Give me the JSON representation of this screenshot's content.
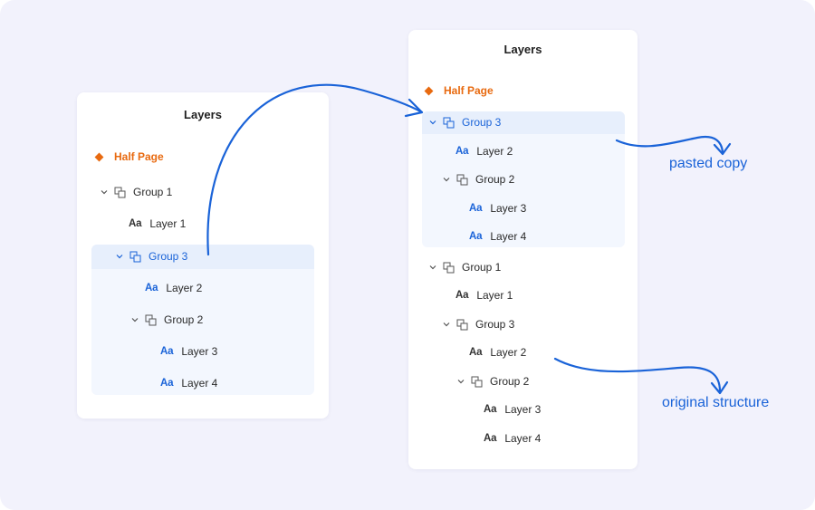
{
  "colors": {
    "accent": "#1a63d8",
    "page": "#e86a10",
    "selection": "#e7effc",
    "background": "#f2f2fc"
  },
  "icons": {
    "expand": "chevron-down-icon",
    "group": "group-icon",
    "page": "diamond-icon",
    "text": "text-layer-icon"
  },
  "left_panel": {
    "title": "Layers",
    "page": "Half Page",
    "rows": [
      {
        "kind": "group",
        "label": "Group 1"
      },
      {
        "kind": "text",
        "label": "Layer 1"
      },
      {
        "kind": "group",
        "label": "Group 3",
        "selected": true
      },
      {
        "kind": "text",
        "label": "Layer 2"
      },
      {
        "kind": "group",
        "label": "Group 2"
      },
      {
        "kind": "text",
        "label": "Layer 3"
      },
      {
        "kind": "text",
        "label": "Layer 4"
      }
    ]
  },
  "right_panel": {
    "title": "Layers",
    "page": "Half Page",
    "rows": [
      {
        "kind": "group",
        "label": "Group 3",
        "selected": true
      },
      {
        "kind": "text",
        "label": "Layer 2"
      },
      {
        "kind": "group",
        "label": "Group 2"
      },
      {
        "kind": "text",
        "label": "Layer 3"
      },
      {
        "kind": "text",
        "label": "Layer 4"
      },
      {
        "kind": "group",
        "label": "Group 1"
      },
      {
        "kind": "text",
        "label": "Layer 1"
      },
      {
        "kind": "group",
        "label": "Group 3"
      },
      {
        "kind": "text",
        "label": "Layer 2"
      },
      {
        "kind": "group",
        "label": "Group 2"
      },
      {
        "kind": "text",
        "label": "Layer 3"
      },
      {
        "kind": "text",
        "label": "Layer 4"
      }
    ]
  },
  "callouts": {
    "pasted": "pasted copy",
    "original": "original structure"
  }
}
